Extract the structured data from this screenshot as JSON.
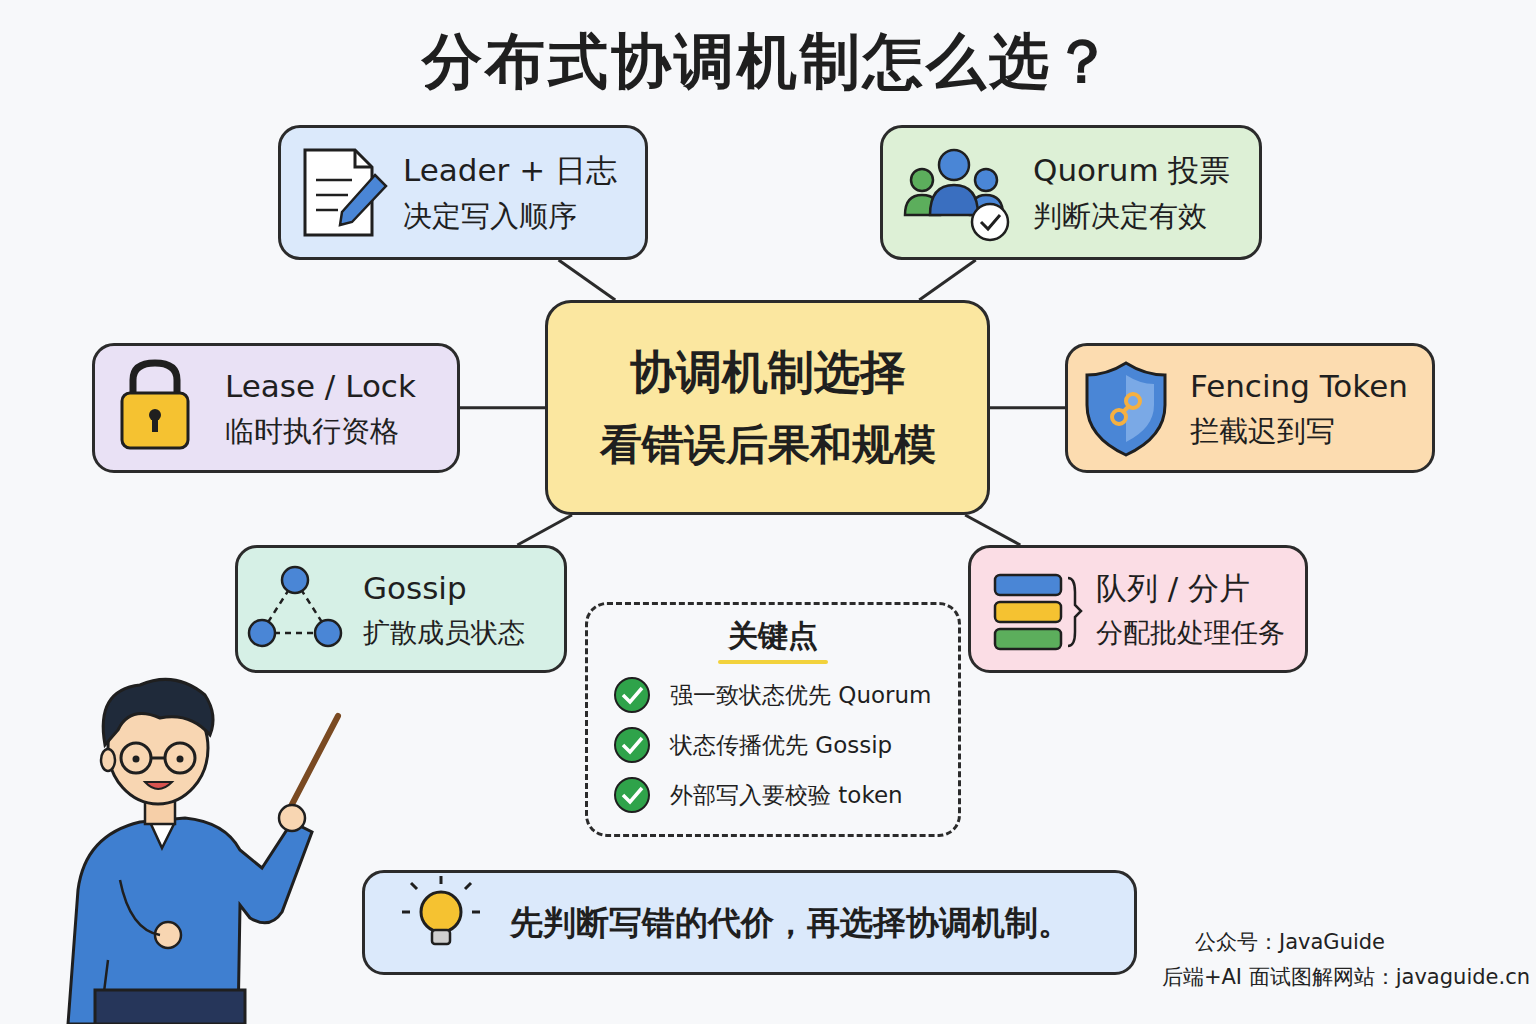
{
  "diagram": {
    "title": "分布式协调机制怎么选？",
    "nodes": [
      {
        "text": [
          "协调机制选择",
          "看错误后果和规模"
        ]
      },
      {
        "text": [
          "Leader + 日志",
          "决定写入顺序"
        ]
      },
      {
        "text": [
          "Quorum 投票",
          "判断决定有效"
        ]
      },
      {
        "text": [
          "Lease / Lock",
          "临时执行资格"
        ]
      },
      {
        "text": [
          "Fencing Token",
          "拦截迟到写"
        ]
      },
      {
        "text": [
          "Gossip",
          "扩散成员状态"
        ]
      },
      {
        "text": [
          "队列 / 分片",
          "分配批处理任务"
        ]
      },
      {
        "text": [
          "关键点",
          "强一致状态优先 Quorum",
          "状态传播优先 Gossip",
          "外部写入要校验 token"
        ]
      },
      {
        "text": [
          "先判断写错的代价，再选择协调机制。"
        ]
      }
    ],
    "edges": [
      {
        "from": 0,
        "to": 1,
        "arrow": "none"
      },
      {
        "from": 0,
        "to": 2,
        "arrow": "none"
      },
      {
        "from": 0,
        "to": 3,
        "arrow": "none"
      },
      {
        "from": 0,
        "to": 4,
        "arrow": "none"
      },
      {
        "from": 0,
        "to": 5,
        "arrow": "none"
      },
      {
        "from": 0,
        "to": 6,
        "arrow": "none"
      }
    ],
    "labels": [
      "公众号：JavaGuide",
      "后端+AI 面试图解网站：javaguide.cn"
    ]
  }
}
